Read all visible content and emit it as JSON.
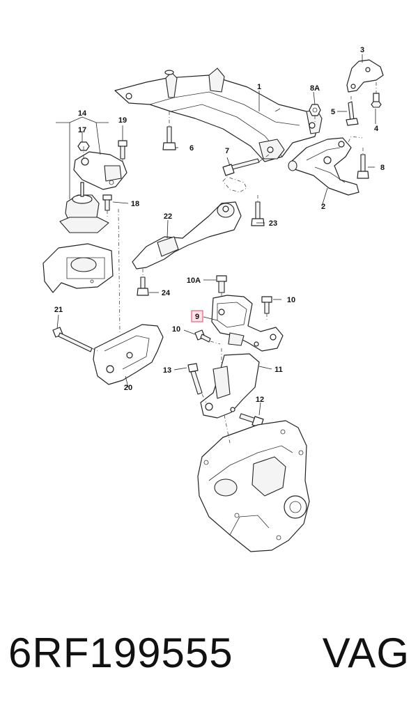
{
  "callouts": {
    "c1": "1",
    "c2": "2",
    "c3": "3",
    "c4": "4",
    "c5": "5",
    "c6": "6",
    "c7": "7",
    "c8": "8",
    "c8a": "8A",
    "c9": "9",
    "c10a": "10A",
    "c10_right": "10",
    "c10_left": "10",
    "c11": "11",
    "c12": "12",
    "c13": "13",
    "c14": "14",
    "c17": "17",
    "c18": "18",
    "c19": "19",
    "c20": "20",
    "c21": "21",
    "c22": "22",
    "c23": "23",
    "c24": "24"
  },
  "highlighted_part": "9",
  "caption": {
    "part_number": "6RF199555",
    "brand": "VAG"
  }
}
